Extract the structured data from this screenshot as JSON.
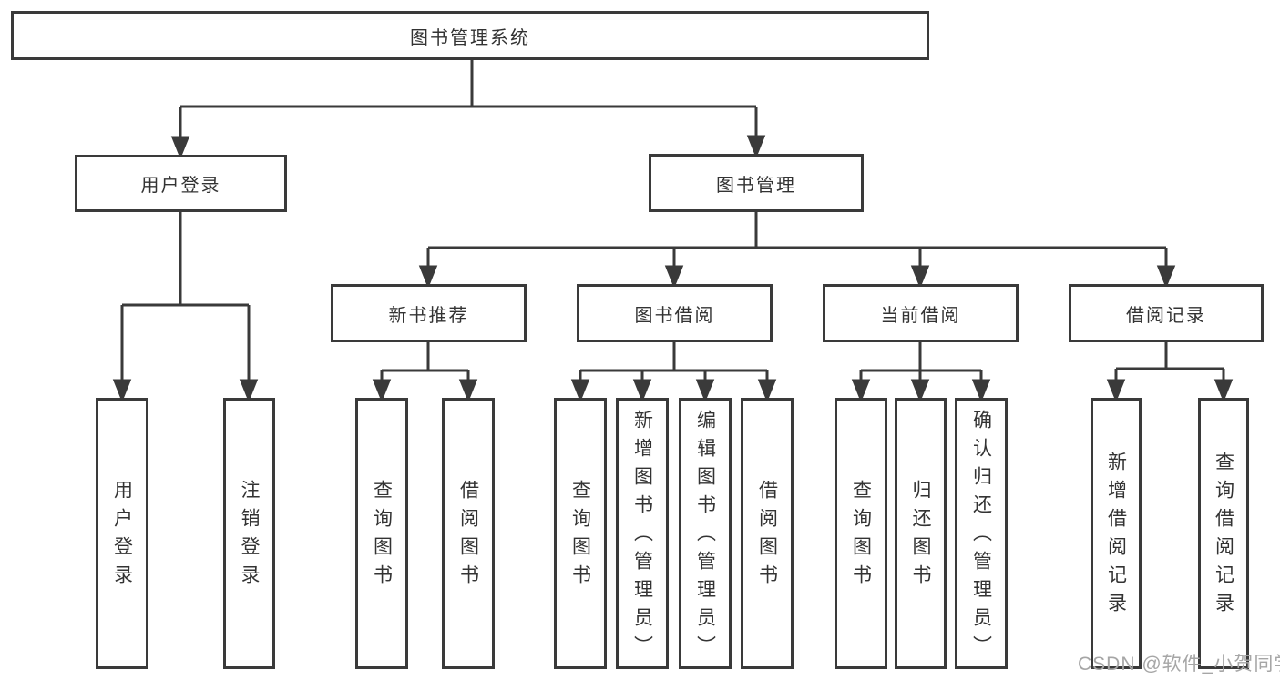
{
  "diagram": {
    "root": {
      "label": "图书管理系统"
    },
    "level2": [
      {
        "label": "用户登录"
      },
      {
        "label": "图书管理"
      }
    ],
    "level3": [
      {
        "label": "新书推荐"
      },
      {
        "label": "图书借阅"
      },
      {
        "label": "当前借阅"
      },
      {
        "label": "借阅记录"
      }
    ],
    "leaves": {
      "user_login": [
        "用户登录",
        "注销登录"
      ],
      "new_books": [
        "查询图书",
        "借阅图书"
      ],
      "book_borrow": [
        "查询图书",
        "新增图书（管理员）",
        "编辑图书（管理员）",
        "借阅图书"
      ],
      "current_borrow": [
        "查询图书",
        "归还图书",
        "确认归还（管理员）"
      ],
      "borrow_records": [
        "新增借阅记录",
        "查询借阅记录"
      ]
    }
  },
  "watermark": {
    "text": "CSDN @软件_小贺同学"
  },
  "colors": {
    "background": "#ffffff",
    "line": "#3a3a3a",
    "text": "#333333",
    "watermark": "#a6a6a6"
  }
}
